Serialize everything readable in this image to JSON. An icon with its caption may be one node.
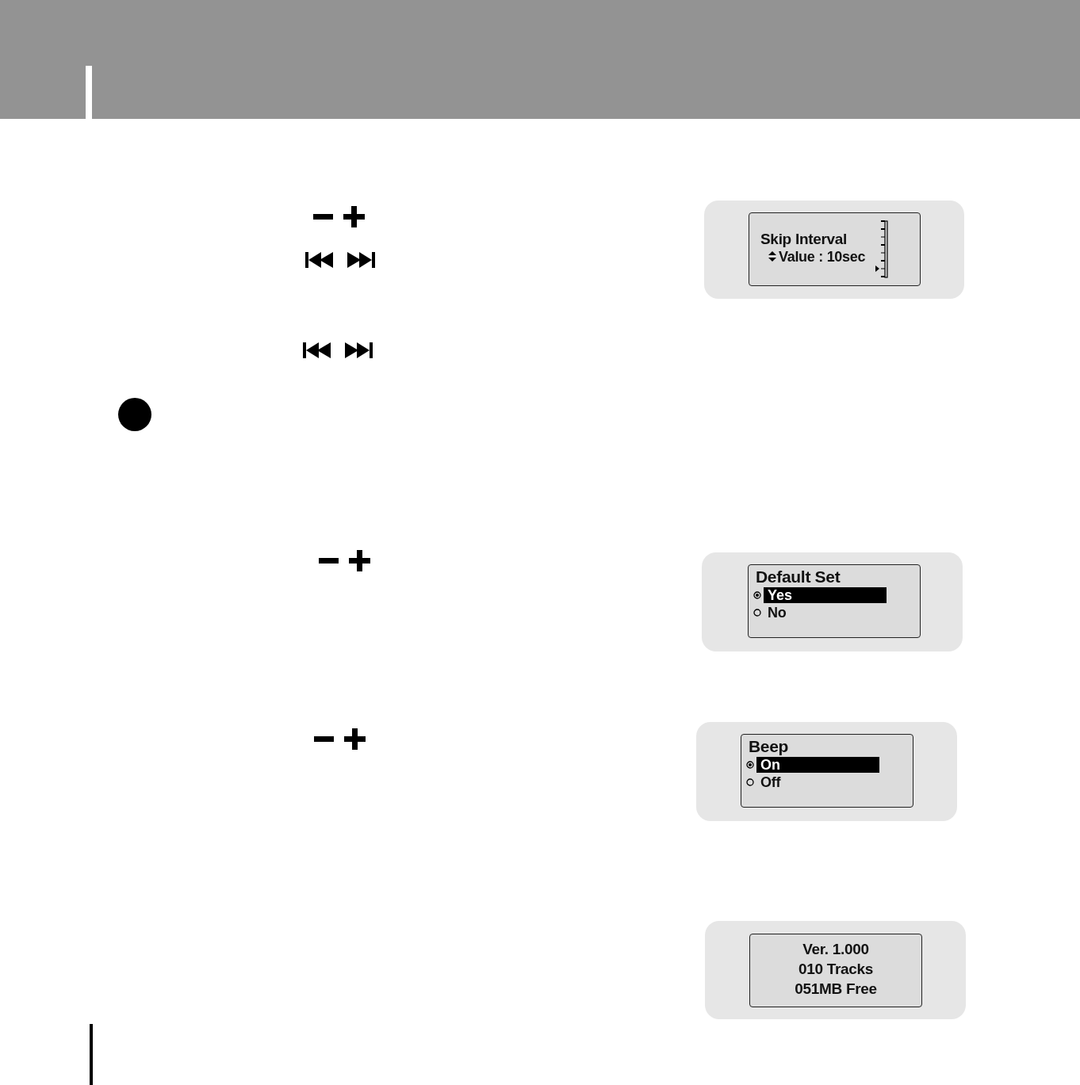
{
  "diagram": {
    "nodes": [
      {
        "text": [
          "Skip Interval",
          "Value : 10sec"
        ]
      },
      {
        "text": [
          "Default Set",
          "Yes",
          "No"
        ]
      },
      {
        "text": [
          "Beep",
          "On",
          "Off"
        ]
      },
      {
        "text": [
          "Ver. 1.000",
          "010 Tracks",
          "051MB Free"
        ]
      }
    ]
  }
}
